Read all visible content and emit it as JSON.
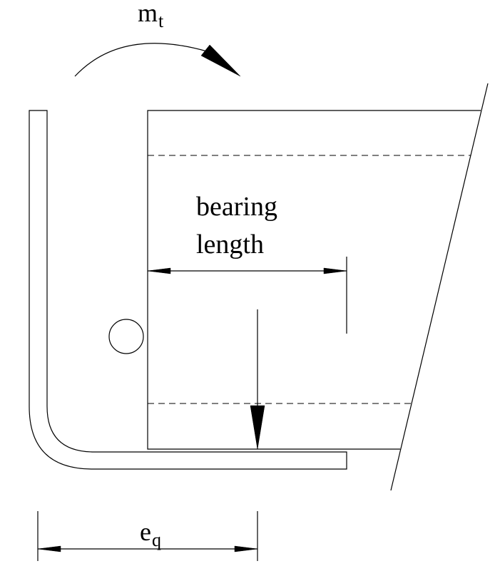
{
  "labels": {
    "moment_main": "m",
    "moment_sub": "t",
    "bearing_line1": "bearing",
    "bearing_line2": "length",
    "eccentricity_main": "e",
    "eccentricity_sub": "q"
  }
}
